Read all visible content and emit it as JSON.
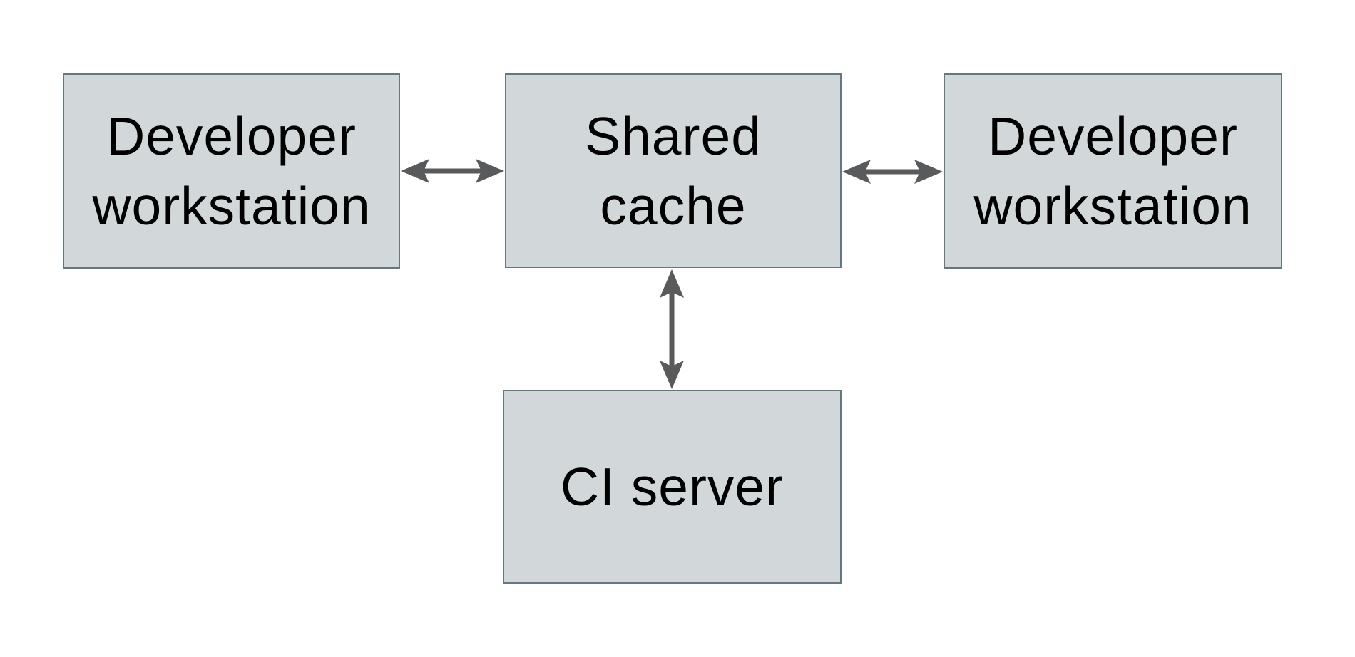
{
  "diagram": {
    "colors": {
      "background": "#ffffff",
      "box-fill": "#d2d8d9",
      "box-border": "#66787f",
      "arrow": "#595a5b",
      "text": "#000000"
    },
    "nodes": [
      {
        "id": "developer-workstation-left",
        "label": "Developer workstation",
        "lines": [
          "Developer",
          "workstation"
        ]
      },
      {
        "id": "shared-cache",
        "label": "Shared cache",
        "lines": [
          "Shared",
          "cache"
        ]
      },
      {
        "id": "developer-workstation-right",
        "label": "Developer workstation",
        "lines": [
          "Developer",
          "workstation"
        ]
      },
      {
        "id": "ci-server",
        "label": "CI server",
        "lines": [
          "CI server"
        ]
      }
    ],
    "edges": [
      {
        "from": "developer-workstation-left",
        "to": "shared-cache",
        "type": "bidirectional-arrow",
        "orientation": "horizontal"
      },
      {
        "from": "shared-cache",
        "to": "developer-workstation-right",
        "type": "bidirectional-arrow",
        "orientation": "horizontal"
      },
      {
        "from": "shared-cache",
        "to": "ci-server",
        "type": "bidirectional-arrow",
        "orientation": "vertical"
      }
    ]
  }
}
